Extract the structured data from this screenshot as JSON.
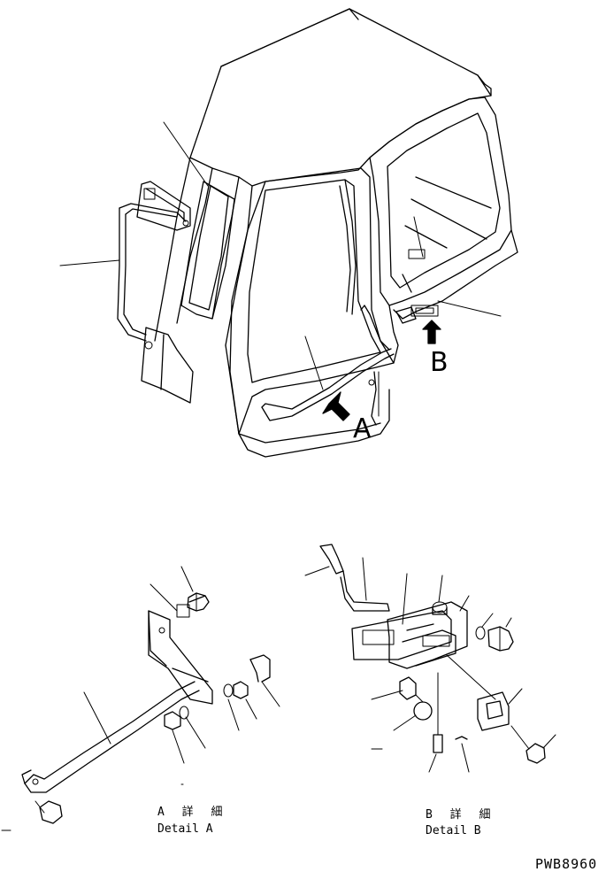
{
  "callouts": {
    "view_a": "A",
    "view_b": "B"
  },
  "captions": {
    "detail_a_jp": "A 詳 細",
    "detail_a_en": "Detail A",
    "detail_b_jp": "B 詳 細",
    "detail_b_en": "Detail B"
  },
  "drawing_code": "PWB8960",
  "colors": {
    "line": "#000000",
    "paper": "#ffffff"
  }
}
